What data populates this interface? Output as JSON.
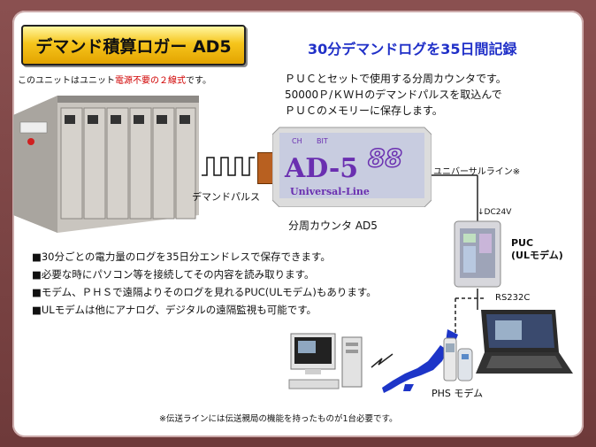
{
  "title": {
    "text": "デマンド積算ロガー AD5",
    "note_prefix": "このユニットはユニット",
    "note_red": "電源不要の２線式",
    "note_suffix": "です。"
  },
  "headline": "30分デマンドログを35日間記録",
  "description": [
    "ＰＵＣとセットで使用する分周カウンタです。",
    "50000Ｐ/ＫＷＨのデマンドパルスを取込んで",
    "ＰＵＣのメモリーに保存します。"
  ],
  "labels": {
    "demand_pulse": "デマンドパルス",
    "universal_line": "ユニバーサルライン※",
    "dc24v": "↓DC24V",
    "puc_line1": "PUC",
    "puc_line2": "(ULモデム)",
    "rs232c": "RS232C",
    "phs_modem": "PHS モデム"
  },
  "device": {
    "caption": "分周カウンタ AD5",
    "badge_ch": "CH",
    "badge_bit": "BIT",
    "model": "AD-5",
    "logo": "88",
    "subtitle": "Universal-Line"
  },
  "bullets": [
    "■30分ごとの電力量のログを35日分エンドレスで保存できます。",
    "■必要な時にパソコン等を接続してその内容を読み取ります。",
    "■モデム、ＰＨＳで遠隔よりそのログを見れるPUC(ULモデム)もあります。",
    "■ULモデムは他にアナログ、デジタルの遠隔監視も可能です。"
  ],
  "footnote": "※伝送ラインには伝送親局の機能を持ったものが1台必要です。",
  "colors": {
    "frame": "#7a4545",
    "title_gold": "#f6c51c",
    "headline_blue": "#2030c8",
    "device_purple": "#6a2fb0",
    "note_red": "#d00000"
  },
  "icons": [
    "switchgear-cabinet",
    "pulse-waveform",
    "counter-device",
    "puc-modem",
    "desktop-pc",
    "japan-map",
    "phs-phone",
    "laptop"
  ]
}
